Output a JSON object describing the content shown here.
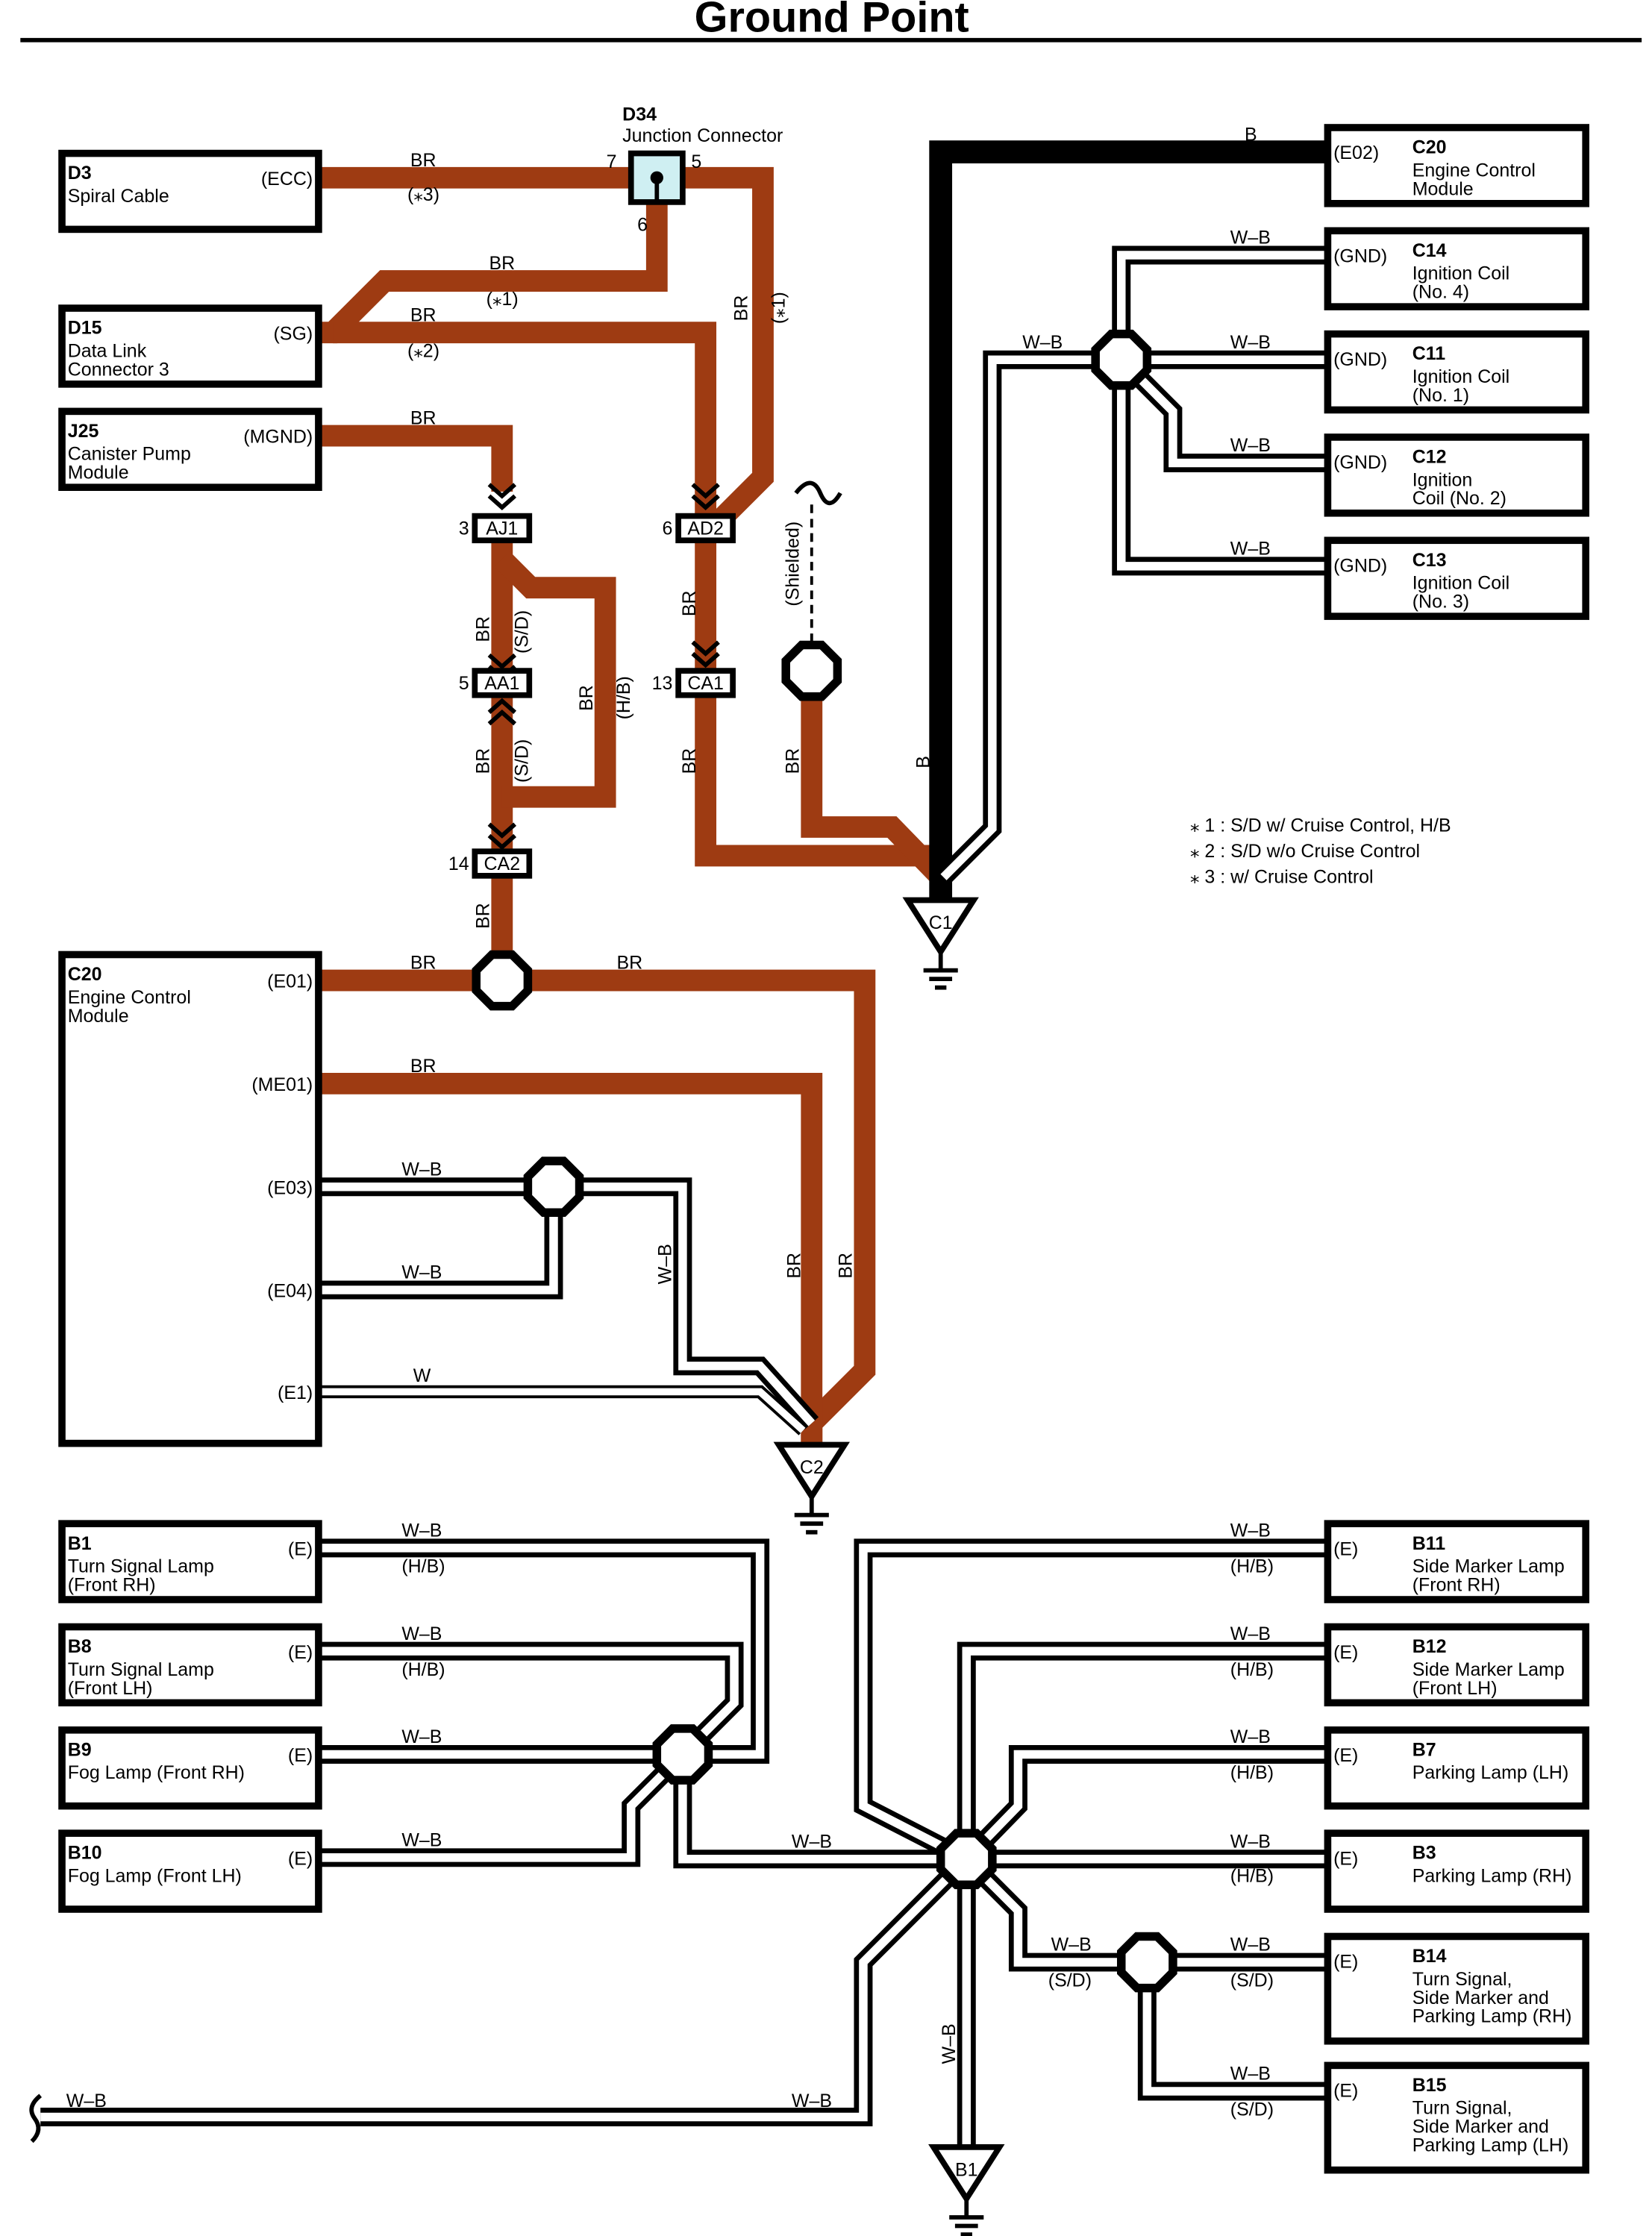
{
  "title": "Ground Point",
  "components": {
    "D3": {
      "id": "D3",
      "name": [
        "Spiral Cable"
      ],
      "pin": "(ECC)"
    },
    "D15": {
      "id": "D15",
      "name": [
        "Data Link",
        "Connector 3"
      ],
      "pin": "(SG)"
    },
    "J25": {
      "id": "J25",
      "name": [
        "Canister Pump",
        "Module"
      ],
      "pin": "(MGND)"
    },
    "C20_top": {
      "id": "C20",
      "name": [
        "Engine Control",
        "Module"
      ],
      "pin": "(E02)"
    },
    "C14": {
      "id": "C14",
      "name": [
        "Ignition Coil",
        "(No. 4)"
      ],
      "pin": "(GND)"
    },
    "C11": {
      "id": "C11",
      "name": [
        "Ignition Coil",
        "(No. 1)"
      ],
      "pin": "(GND)"
    },
    "C12": {
      "id": "C12",
      "name": [
        "Ignition",
        "Coil (No. 2)"
      ],
      "pin": "(GND)"
    },
    "C13": {
      "id": "C13",
      "name": [
        "Ignition Coil",
        "(No. 3)"
      ],
      "pin": "(GND)"
    },
    "C20_main": {
      "id": "C20",
      "name": [
        "Engine Control",
        "Module"
      ],
      "pins": [
        "(E01)",
        "(ME01)",
        "(E03)",
        "(E04)",
        "(E1)"
      ]
    },
    "B1": {
      "id": "B1",
      "name": [
        "Turn Signal Lamp",
        "(Front RH)"
      ],
      "pin": "(E)"
    },
    "B8": {
      "id": "B8",
      "name": [
        "Turn Signal Lamp",
        "(Front LH)"
      ],
      "pin": "(E)"
    },
    "B9": {
      "id": "B9",
      "name": [
        "Fog Lamp (Front RH)"
      ],
      "pin": "(E)"
    },
    "B10": {
      "id": "B10",
      "name": [
        "Fog Lamp (Front LH)"
      ],
      "pin": "(E)"
    },
    "B11": {
      "id": "B11",
      "name": [
        "Side Marker Lamp",
        "(Front RH)"
      ],
      "pin": "(E)"
    },
    "B12": {
      "id": "B12",
      "name": [
        "Side Marker Lamp",
        "(Front LH)"
      ],
      "pin": "(E)"
    },
    "B7": {
      "id": "B7",
      "name": [
        "Parking Lamp (LH)"
      ],
      "pin": "(E)"
    },
    "B3": {
      "id": "B3",
      "name": [
        "Parking Lamp (RH)"
      ],
      "pin": "(E)"
    },
    "B14": {
      "id": "B14",
      "name": [
        "Turn Signal,",
        "Side Marker and",
        "Parking Lamp (RH)"
      ],
      "pin": "(E)"
    },
    "B15": {
      "id": "B15",
      "name": [
        "Turn Signal,",
        "Side Marker and",
        "Parking Lamp (LH)"
      ],
      "pin": "(E)"
    }
  },
  "junction": {
    "id": "D34",
    "name": "Junction Connector",
    "pins": [
      "7",
      "5",
      "6"
    ]
  },
  "connectors": {
    "AJ1": {
      "label": "AJ1",
      "pin": "3"
    },
    "AA1": {
      "label": "AA1",
      "pin": "5"
    },
    "CA2": {
      "label": "CA2",
      "pin": "14"
    },
    "AD2": {
      "label": "AD2",
      "pin": "6"
    },
    "CA1": {
      "label": "CA1",
      "pin": "13"
    }
  },
  "grounds": [
    "C1",
    "C2",
    "B1"
  ],
  "wire_colors": {
    "BR": "BR",
    "B": "B",
    "WB": "W–B",
    "W": "W"
  },
  "variant_tags": {
    "n3": "(⁎3)",
    "n1": "(⁎1)",
    "n2": "(⁎2)",
    "sd": "(S/D)",
    "hb": "(H/B)"
  },
  "shielded": "(Shielded)",
  "notes": [
    "⁎ 1 : S/D w/ Cruise Control,  H/B",
    "⁎ 2 : S/D w/o Cruise Control",
    "⁎ 3 : w/ Cruise Control"
  ],
  "colors": {
    "brown_wire": "#9e3b12",
    "junction_fill": "#cfeff2"
  }
}
